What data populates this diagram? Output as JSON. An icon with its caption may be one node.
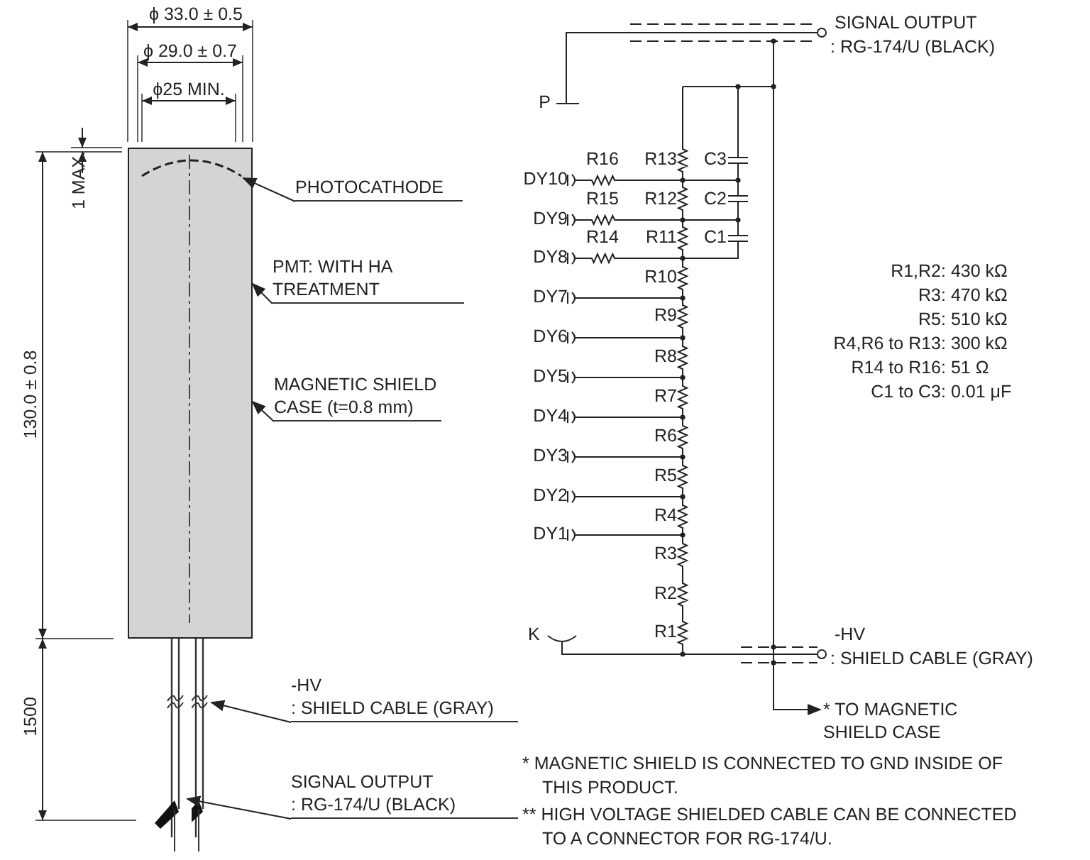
{
  "diagram": {
    "nodes": [
      {
        "text": [],
        "shape": "box"
      },
      {
        "text": [],
        "shape": "arc",
        "in": 0
      },
      {
        "text": [
          "PHOTOCATHODE"
        ]
      },
      {
        "text": [
          "PMT: WITH HA TREATMENT"
        ]
      },
      {
        "text": [
          "MAGNETIC SHIELD CASE (t=0.8 mm)"
        ]
      },
      {
        "text": [
          "-HV",
          ": SHIELD CABLE (GRAY)"
        ]
      },
      {
        "text": [],
        "shape": "cable"
      },
      {
        "text": [
          "SIGNAL OUTPUT",
          ": RG-174/U (BLACK)"
        ]
      },
      {
        "text": [],
        "shape": "cable"
      },
      {
        "text": [
          "* TO MAGNETIC SHIELD CASE"
        ]
      }
    ],
    "edges": [
      {
        "from": 2,
        "to": 1,
        "arrow": "to"
      },
      {
        "from": 3,
        "to": 0,
        "arrow": "to"
      },
      {
        "from": 4,
        "to": 0,
        "arrow": "to"
      },
      {
        "from": 5,
        "to": 8,
        "arrow": "to"
      },
      {
        "from": 7,
        "to": 6,
        "arrow": "to"
      },
      {
        "from": null,
        "to": 9,
        "arrow": "to"
      }
    ],
    "labels": [
      "ϕ 33.0 ± 0.5",
      "ϕ 29.0 ± 0.7",
      "ϕ25 MIN.",
      "1 MAX.",
      "130.0 ± 0.8",
      "1500",
      "SIGNAL OUTPUT",
      ": RG-174/U (BLACK)",
      "P",
      "R16",
      "R13",
      "C3",
      "DY10",
      "R15",
      "R12",
      "C2",
      "DY9",
      "R14",
      "R11",
      "C1",
      "DY8",
      "R10",
      "DY7",
      "R9",
      "DY6",
      "R8",
      "DY5",
      "R7",
      "DY4",
      "R6",
      "DY3",
      "R5",
      "DY2",
      "R4",
      "DY1",
      "R3",
      "R2",
      "K",
      "R1",
      "-HV",
      ": SHIELD CABLE (GRAY)",
      "R1,R2",
      ": 430 kΩ",
      "R3",
      ": 470 kΩ",
      "R5",
      ": 510 kΩ",
      "R4,R6 to R13",
      ": 300 kΩ",
      "R14 to R16",
      ": 51 Ω",
      "C1 to C3",
      ": 0.01 μF",
      "* MAGNETIC SHIELD IS CONNECTED TO GND INSIDE OF THIS PRODUCT.",
      "** HIGH VOLTAGE SHIELDED CABLE CAN BE CONNECTED TO A CONNECTOR FOR RG-174/U."
    ]
  }
}
